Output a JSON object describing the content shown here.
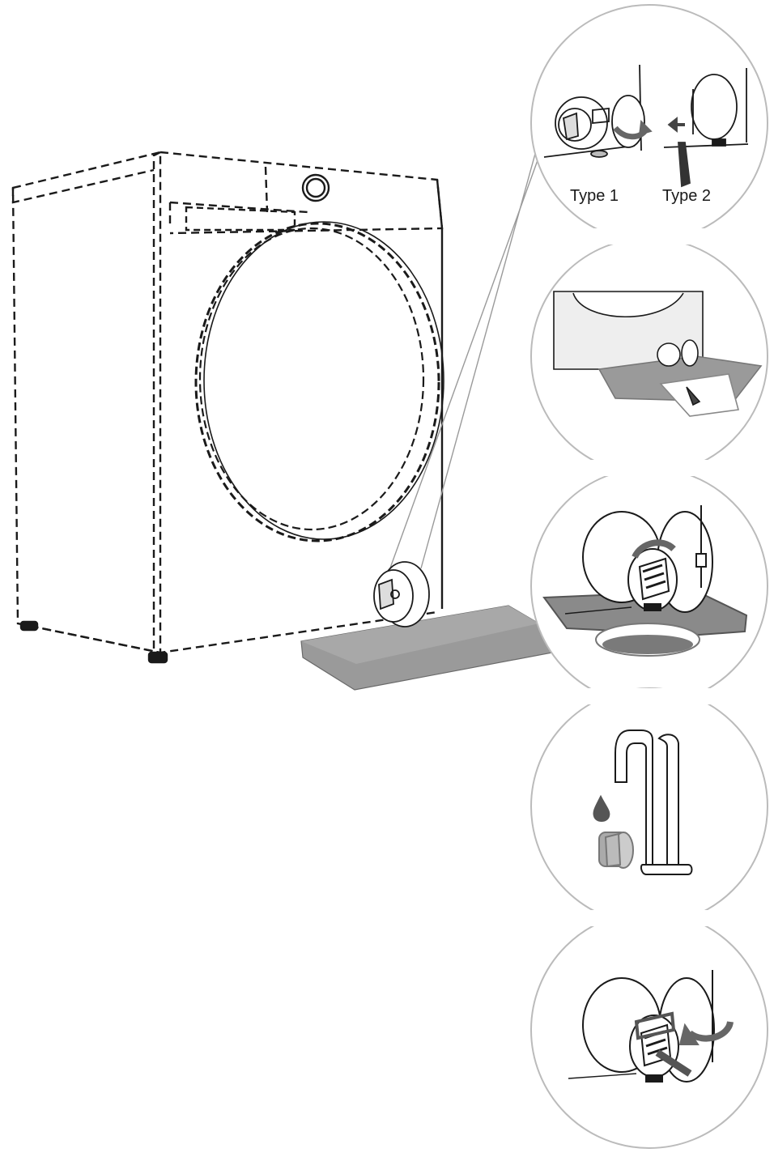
{
  "step1": {
    "type1_label": "Type 1",
    "type2_label": "Type 2"
  },
  "colors": {
    "line": "#1a1a1a",
    "mat": "#9a9a9a",
    "mat_dark": "#7d7d7d",
    "panel": "#eeeeee",
    "bubble_stroke": "#bbbbbb"
  },
  "icons": {
    "washer": "front-loading-washing-machine",
    "filter_cover": "filter-access-cover",
    "arrow_rotate": "rotate-counterclockwise-arrow",
    "arrow_left": "left-arrow",
    "screwdriver": "screwdriver",
    "towel": "absorbent-towel",
    "tray": "water-collection-tray",
    "faucet": "water-faucet",
    "drop": "water-drop",
    "filter": "pump-filter"
  }
}
